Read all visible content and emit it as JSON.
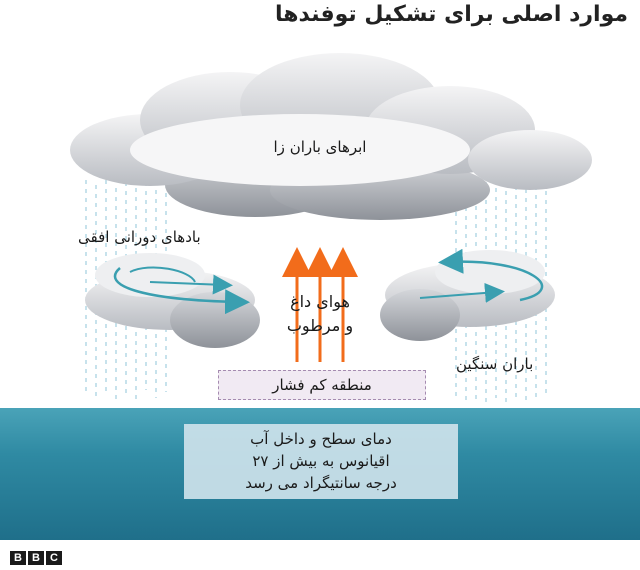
{
  "title": "موارد اصلی برای تشکیل توفندها",
  "labels": {
    "clouds": "ابرهای باران زا",
    "winds": "بادهای دورانی افقی",
    "air_line1": "هوای داغ",
    "air_line2": "و مرطوب",
    "rain": "باران سنگین",
    "low_pressure": "منطقه کم فشار"
  },
  "ocean_box": {
    "line1": "دمای سطح و داخل آب",
    "line2": "اقیانوس به بیش از ۲۷",
    "line3": "درجه سانتیگراد می رسد"
  },
  "logo": {
    "letters": [
      "B",
      "B",
      "C"
    ]
  },
  "colors": {
    "arrow_orange": "#f26c1b",
    "wind_teal": "#3a9fb0",
    "ocean_top": "#4aa3b8",
    "ocean_bottom": "#1f6f8a",
    "rain": "#a9d3e2"
  }
}
